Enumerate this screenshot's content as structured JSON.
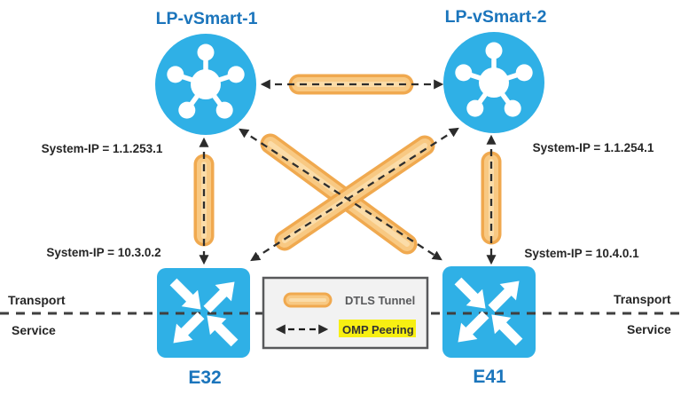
{
  "colors": {
    "node_blue": "#2FB0E6",
    "label_blue": "#1B75BC",
    "tunnel_fill": "#F8C983",
    "tunnel_edge": "#F0A94F",
    "tunnel_core": "#FBDCA8",
    "omp_dash": "#2E2E2E",
    "highlight_yellow": "#F7EF12",
    "legend_text": "#58595B",
    "text_dark": "#262626"
  },
  "controllers": [
    {
      "name": "LP-vSmart-1",
      "system_ip": "System-IP = 1.1.253.1"
    },
    {
      "name": "LP-vSmart-2",
      "system_ip": "System-IP = 1.1.254.1"
    }
  ],
  "edge_routers": [
    {
      "name": "E32",
      "system_ip": "System-IP = 10.3.0.2"
    },
    {
      "name": "E41",
      "system_ip": "System-IP = 10.4.0.1"
    }
  ],
  "zones": {
    "transport": "Transport",
    "service": "Service"
  },
  "legend": {
    "dtls_label": "DTLS Tunnel",
    "omp_label": "OMP Peering"
  }
}
